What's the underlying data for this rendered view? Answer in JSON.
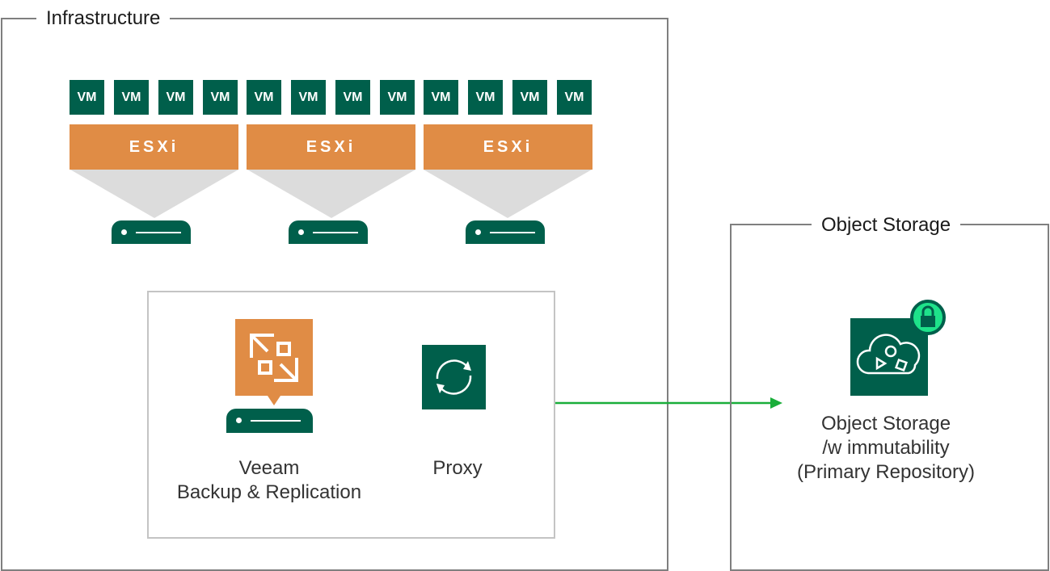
{
  "infrastructure": {
    "label": "Infrastructure",
    "vm_label": "VM",
    "hosts": [
      {
        "label": "ESXi",
        "vms": [
          "VM",
          "VM",
          "VM",
          "VM"
        ]
      },
      {
        "label": "ESXi",
        "vms": [
          "VM",
          "VM",
          "VM",
          "VM"
        ]
      },
      {
        "label": "ESXi",
        "vms": [
          "VM",
          "VM",
          "VM",
          "VM"
        ]
      }
    ],
    "vbr": {
      "line1": "Veeam",
      "line2": "Backup & Replication",
      "icon": "veeam-backup-icon"
    },
    "proxy": {
      "label": "Proxy",
      "icon": "sync-icon"
    }
  },
  "object_storage": {
    "label": "Object Storage",
    "node": {
      "line1": "Object Storage",
      "line2": "/w immutability",
      "line3": "(Primary Repository)",
      "icon": "cloud-storage-icon",
      "badge_icon": "lock-icon"
    }
  },
  "colors": {
    "veeam_green": "#005f4b",
    "esxi_orange": "#e08c45",
    "arrow_green": "#1aae3a",
    "lock_green": "#1ee28a",
    "border_gray": "#7f7f7f"
  }
}
